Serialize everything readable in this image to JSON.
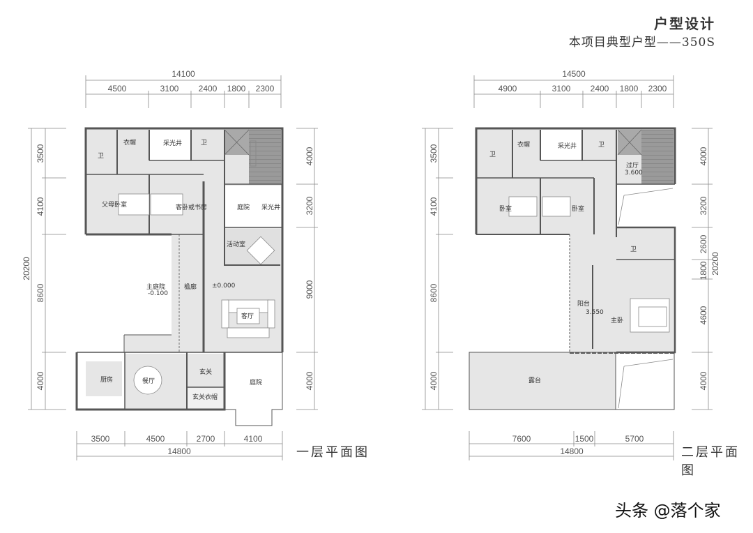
{
  "header": {
    "title": "户型设计",
    "subtitle": "本项目典型户型——350S"
  },
  "plan1": {
    "label": "一层平面图",
    "top_total": "14100",
    "top_segments": [
      "4500",
      "3100",
      "2400",
      "1800",
      "2300"
    ],
    "bottom_segments": [
      "3500",
      "4500",
      "2700",
      "4100"
    ],
    "bottom_total": "14800",
    "left_total": "20200",
    "left_segments": [
      "3500",
      "4100",
      "8600",
      "4000"
    ],
    "right_segments": [
      "4000",
      "3200",
      "9000",
      "4000"
    ],
    "rooms": {
      "bath1": "卫",
      "closet": "衣帽",
      "lightwell1": "采光井",
      "bath2": "卫",
      "parents": "父母卧室",
      "guest": "客卧或书房",
      "courtyard_small": "庭院",
      "lightwell2": "采光井",
      "activity": "活动室",
      "main_yard": "主庭院",
      "main_yard_level": "-0.100",
      "corridor": "檐廊",
      "living_level": "±0.000",
      "living": "客厅",
      "kitchen": "厨房",
      "dining": "餐厅",
      "foyer": "玄关",
      "foyer_closet": "玄关衣帽",
      "garden": "庭院"
    }
  },
  "plan2": {
    "label": "二层平面图",
    "top_total": "14500",
    "top_segments": [
      "4900",
      "3100",
      "2400",
      "1800",
      "2300"
    ],
    "bottom_segments": [
      "7600",
      "1500",
      "5700"
    ],
    "bottom_total": "14800",
    "left_segments": [
      "3500",
      "4100",
      "8600",
      "4000"
    ],
    "right_total": "20200",
    "right_segments": [
      "4000",
      "3200",
      "2600",
      "1800",
      "4600",
      "4000"
    ],
    "rooms": {
      "bath1": "卫",
      "closet": "衣帽",
      "lightwell": "采光井",
      "bath2": "卫",
      "hall": "过厅",
      "hall_level": "3.600",
      "bed1": "卧室",
      "bed2": "卧室",
      "bath3": "卫",
      "balcony": "阳台",
      "balcony_level": "3.550",
      "master": "主卧",
      "terrace": "露台"
    }
  },
  "watermark": "头条 @落个家"
}
